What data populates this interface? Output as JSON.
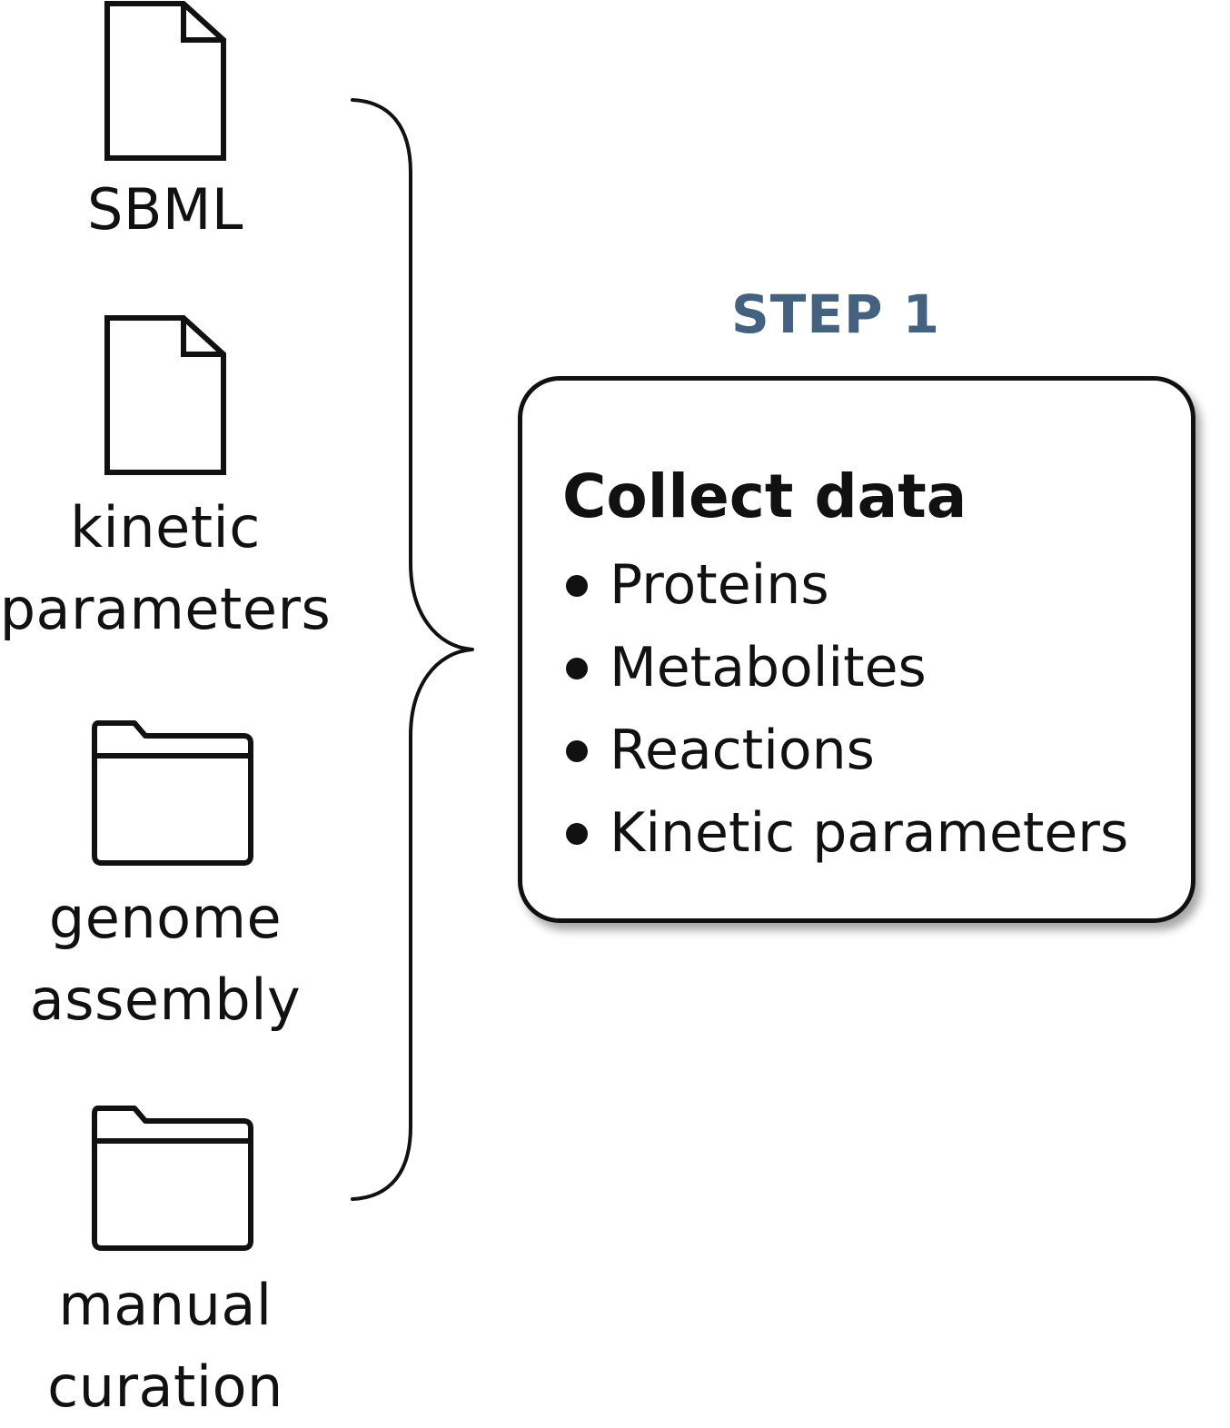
{
  "sources": [
    {
      "icon": "file-icon",
      "lines": [
        "SBML"
      ]
    },
    {
      "icon": "file-icon",
      "lines": [
        "kinetic",
        "parameters"
      ]
    },
    {
      "icon": "folder-icon",
      "lines": [
        "genome",
        "assembly"
      ]
    },
    {
      "icon": "folder-icon",
      "lines": [
        "manual",
        "curation"
      ]
    }
  ],
  "step": {
    "label": "STEP 1",
    "label_color": "#44627f",
    "title": "Collect data",
    "items": [
      "Proteins",
      "Metabolites",
      "Reactions",
      "Kinetic parameters"
    ]
  }
}
